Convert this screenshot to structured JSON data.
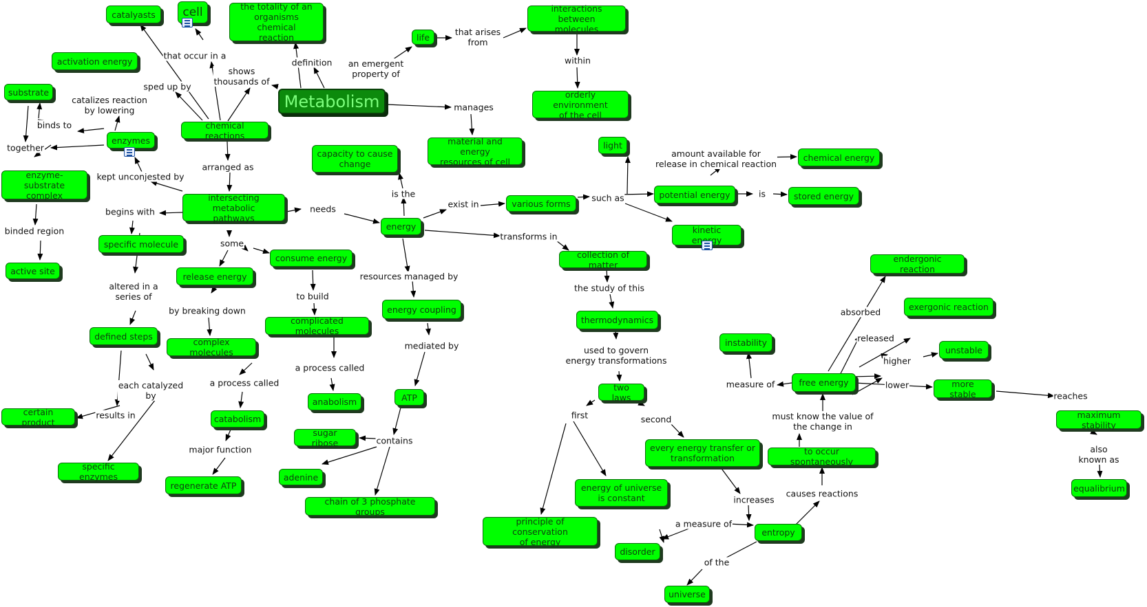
{
  "nodes": [
    {
      "id": "metabolism",
      "text": "Metabolism"
    },
    {
      "id": "catalyasts",
      "text": "catalyasts"
    },
    {
      "id": "cell",
      "text": "cell"
    },
    {
      "id": "totality",
      "text": "the totality of an\norganisms chemical\nreaction"
    },
    {
      "id": "life",
      "text": "life"
    },
    {
      "id": "interactions",
      "text": "interactions between\nmolecules"
    },
    {
      "id": "activation",
      "text": "activation energy"
    },
    {
      "id": "substrate",
      "text": "substrate"
    },
    {
      "id": "orderly",
      "text": "orderly environment\nof the cell"
    },
    {
      "id": "enzymes",
      "text": "enzymes"
    },
    {
      "id": "chemreact",
      "text": "chemical reactions"
    },
    {
      "id": "material",
      "text": "material and energy\nresources of cell"
    },
    {
      "id": "light",
      "text": "light"
    },
    {
      "id": "capacity",
      "text": "capacity to cause\nchange"
    },
    {
      "id": "chemenergy",
      "text": "chemical energy"
    },
    {
      "id": "esc",
      "text": "enzyme-substrate\ncomplex"
    },
    {
      "id": "potential",
      "text": "potential energy"
    },
    {
      "id": "imp",
      "text": "intersecting metabolic\npathways"
    },
    {
      "id": "stored",
      "text": "stored energy"
    },
    {
      "id": "various",
      "text": "various forms"
    },
    {
      "id": "energy",
      "text": "energy"
    },
    {
      "id": "kinetic",
      "text": "kinetic energy"
    },
    {
      "id": "specmol",
      "text": "specific molecule"
    },
    {
      "id": "consume",
      "text": "consume energy"
    },
    {
      "id": "collection",
      "text": "collection of matter"
    },
    {
      "id": "endergonic",
      "text": "endergonic reaction"
    },
    {
      "id": "activesite",
      "text": "active site"
    },
    {
      "id": "release",
      "text": "release energy"
    },
    {
      "id": "exergonic",
      "text": "exergonic reaction"
    },
    {
      "id": "coupling",
      "text": "energy coupling"
    },
    {
      "id": "thermo",
      "text": "thermodynamics"
    },
    {
      "id": "complicated",
      "text": "complicated molecules"
    },
    {
      "id": "defined",
      "text": "defined steps"
    },
    {
      "id": "instability",
      "text": "instability"
    },
    {
      "id": "complexmol",
      "text": "complex molecules"
    },
    {
      "id": "unstable",
      "text": "unstable"
    },
    {
      "id": "freeenergy",
      "text": "free energy"
    },
    {
      "id": "twolaws",
      "text": "two laws"
    },
    {
      "id": "morestable",
      "text": "more stable"
    },
    {
      "id": "atp",
      "text": "ATP"
    },
    {
      "id": "anabolism",
      "text": "anabolism"
    },
    {
      "id": "certain",
      "text": "certain product"
    },
    {
      "id": "catabolism",
      "text": "catabolism"
    },
    {
      "id": "maxstab",
      "text": "maximum stability"
    },
    {
      "id": "sugar",
      "text": "sugar ribose"
    },
    {
      "id": "everytransfer",
      "text": "every energy transfer or\ntransformation"
    },
    {
      "id": "spontaneous",
      "text": "to occur spontaneously"
    },
    {
      "id": "specenz",
      "text": "specific enzymes"
    },
    {
      "id": "adenine",
      "text": "adenine"
    },
    {
      "id": "regen",
      "text": "regenerate ATP"
    },
    {
      "id": "universeconst",
      "text": "energy of universe\nis constant"
    },
    {
      "id": "equilibrium",
      "text": "equalibrium"
    },
    {
      "id": "chain",
      "text": "chain of 3 phosphate groups"
    },
    {
      "id": "principle",
      "text": "principle of conservation\nof energy"
    },
    {
      "id": "entropy",
      "text": "entropy"
    },
    {
      "id": "disorder",
      "text": "disorder"
    },
    {
      "id": "universe",
      "text": "universe"
    }
  ],
  "labels": [
    {
      "id": "that_occur",
      "text": "that occur in a"
    },
    {
      "id": "definition",
      "text": "definition"
    },
    {
      "id": "emergent",
      "text": "an emergent\nproperty of"
    },
    {
      "id": "arises",
      "text": "that arises\nfrom"
    },
    {
      "id": "within",
      "text": "within"
    },
    {
      "id": "shows",
      "text": "shows\nthousands of"
    },
    {
      "id": "spedup",
      "text": "sped up by"
    },
    {
      "id": "catalyzes",
      "text": "catalizes reaction\nby lowering"
    },
    {
      "id": "bindsto",
      "text": "binds to"
    },
    {
      "id": "manages",
      "text": "manages"
    },
    {
      "id": "together",
      "text": "together"
    },
    {
      "id": "arranged",
      "text": "arranged as"
    },
    {
      "id": "isthe",
      "text": "is the"
    },
    {
      "id": "amount",
      "text": "amount available for\nrelease in chemical reaction"
    },
    {
      "id": "unconj",
      "text": "kept unconjested by"
    },
    {
      "id": "suchas",
      "text": "such as"
    },
    {
      "id": "is",
      "text": "is"
    },
    {
      "id": "existin",
      "text": "exist in"
    },
    {
      "id": "needs",
      "text": "needs"
    },
    {
      "id": "beginswith",
      "text": "begins with"
    },
    {
      "id": "binded",
      "text": "binded region"
    },
    {
      "id": "transforms",
      "text": "transforms in"
    },
    {
      "id": "some",
      "text": "some"
    },
    {
      "id": "resources",
      "text": "resources managed by"
    },
    {
      "id": "altered",
      "text": "altered in a\nseries of"
    },
    {
      "id": "studyof",
      "text": "the study of this"
    },
    {
      "id": "tobuild",
      "text": "to build"
    },
    {
      "id": "absorbed",
      "text": "absorbed"
    },
    {
      "id": "breaking",
      "text": "by breaking down"
    },
    {
      "id": "released",
      "text": "released"
    },
    {
      "id": "mediated",
      "text": "mediated by"
    },
    {
      "id": "usedgovern",
      "text": "used to govern\nenergy transformations"
    },
    {
      "id": "higher",
      "text": "higher"
    },
    {
      "id": "processcalled1",
      "text": "a process called"
    },
    {
      "id": "eachcat",
      "text": "each catalyzed\nby"
    },
    {
      "id": "measureof",
      "text": "measure of"
    },
    {
      "id": "lower",
      "text": "lower"
    },
    {
      "id": "processcalled2",
      "text": "a process called"
    },
    {
      "id": "reaches",
      "text": "reaches"
    },
    {
      "id": "resultsin",
      "text": "results in"
    },
    {
      "id": "first",
      "text": "first"
    },
    {
      "id": "mustknow",
      "text": "must know the value of\nthe change in"
    },
    {
      "id": "second",
      "text": "second"
    },
    {
      "id": "contains",
      "text": "contains"
    },
    {
      "id": "majorfn",
      "text": "major function"
    },
    {
      "id": "alsoknown",
      "text": "also known as"
    },
    {
      "id": "causes",
      "text": "causes reactions"
    },
    {
      "id": "increases",
      "text": "increases"
    },
    {
      "id": "ameasure",
      "text": "a measure of"
    },
    {
      "id": "ofthe",
      "text": "of the"
    }
  ]
}
